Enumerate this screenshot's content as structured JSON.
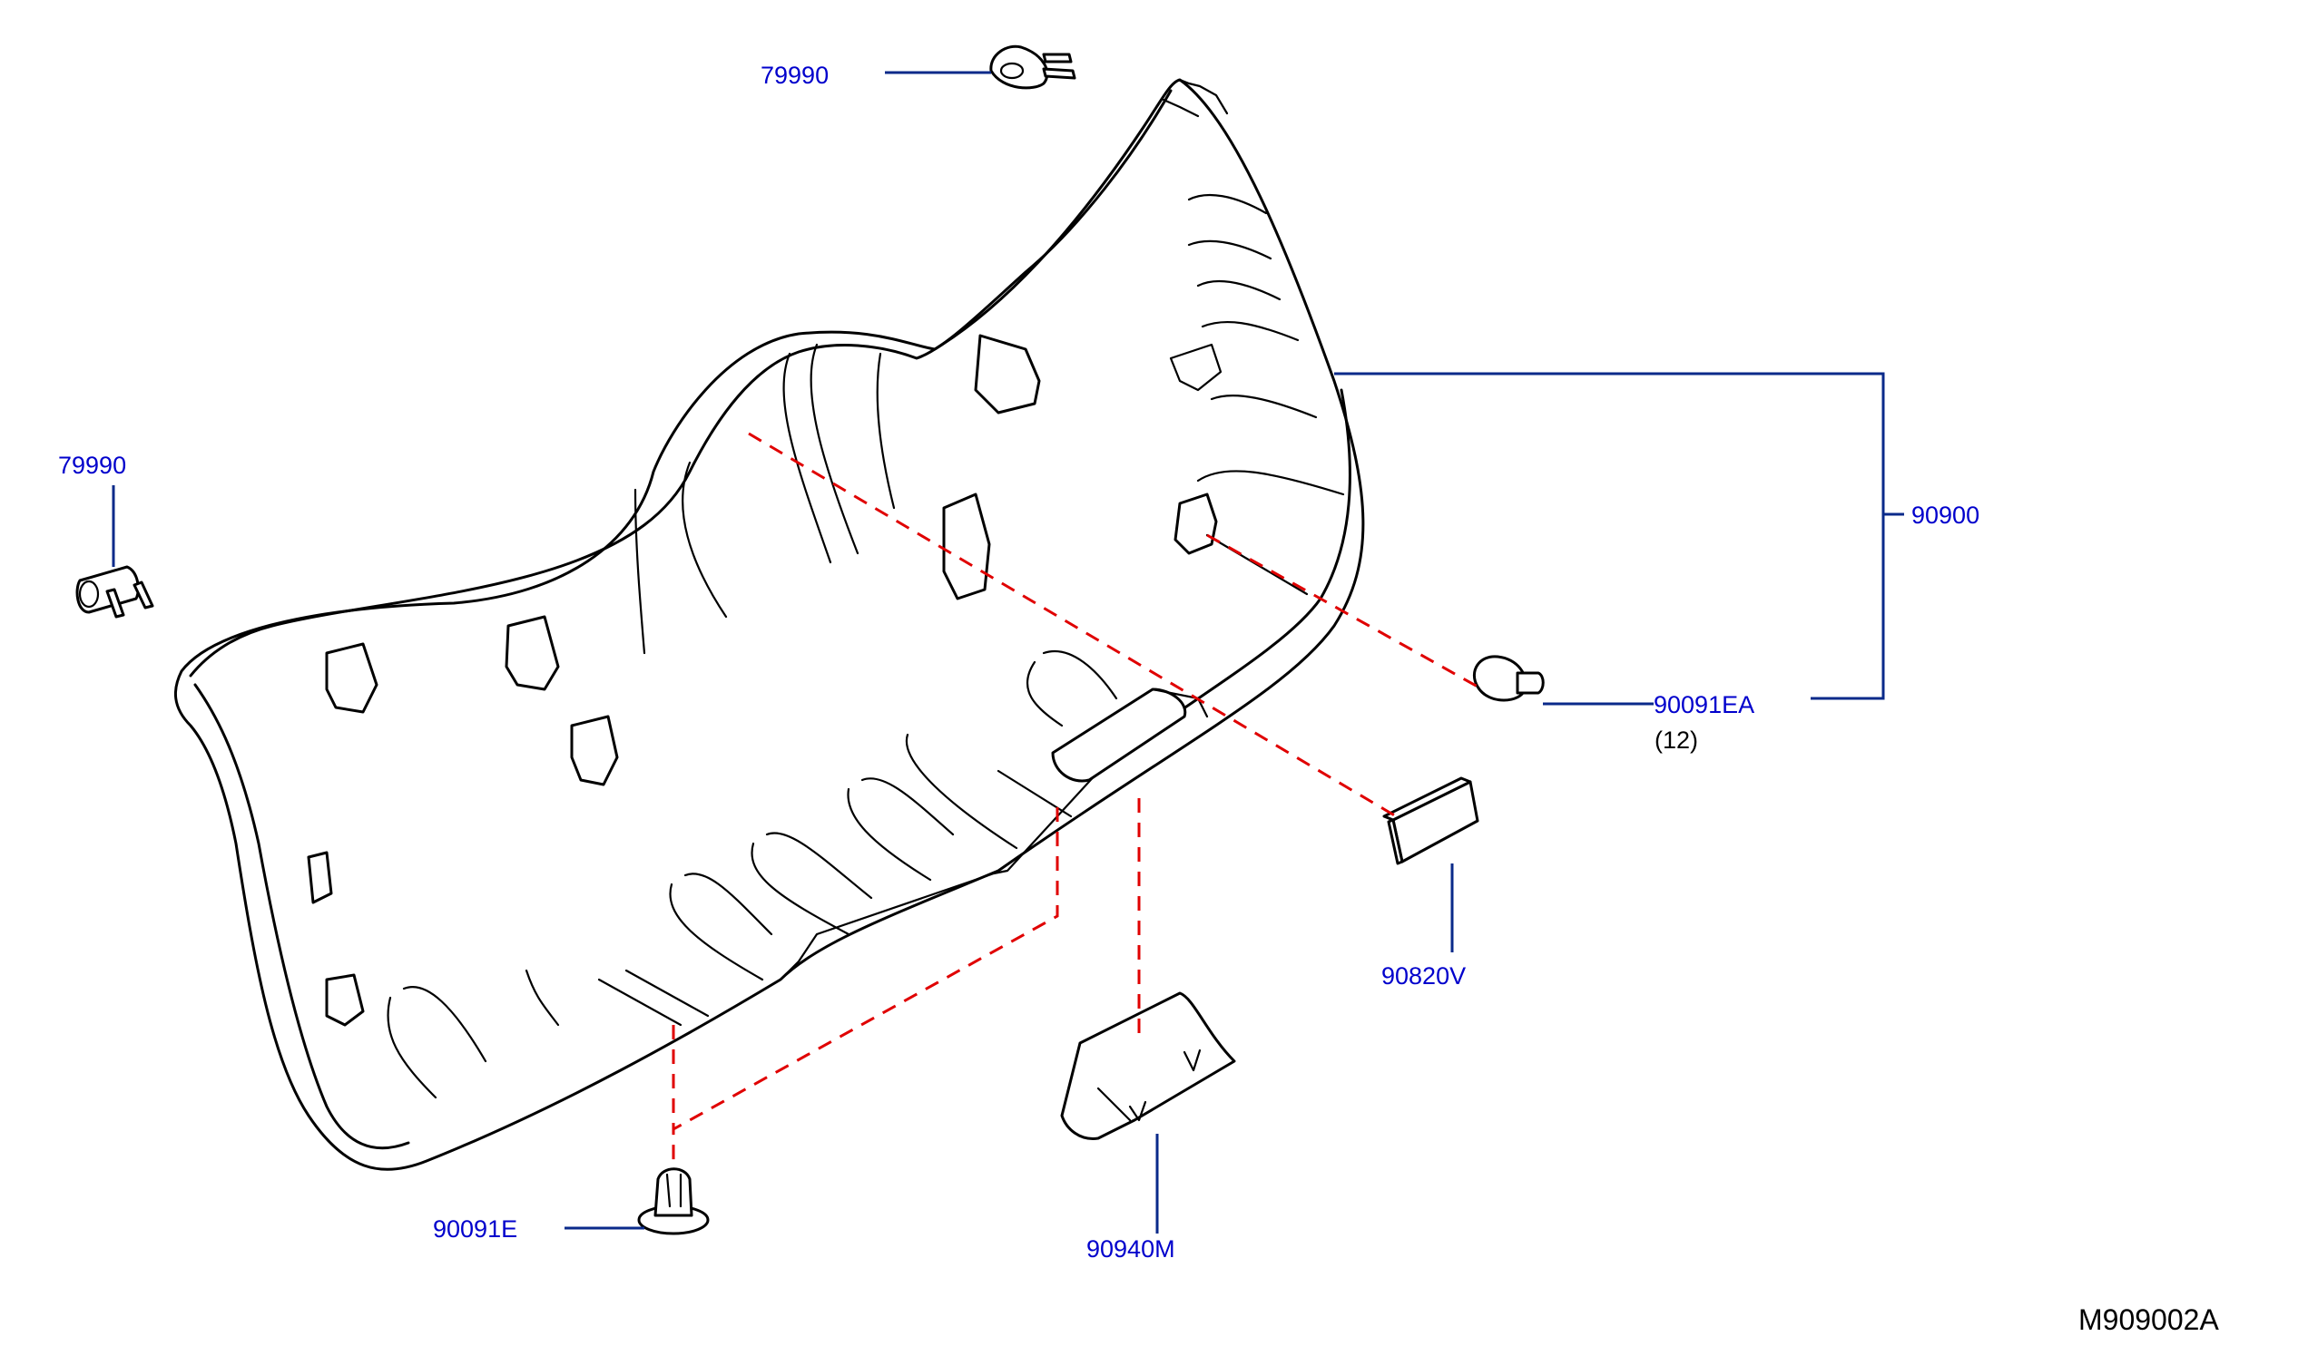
{
  "diagram": {
    "labels": {
      "hinge_top": "79990",
      "hinge_left": "79990",
      "trim_panel": "90900",
      "clip_ea": "90091EA",
      "clip_ea_qty": "(12)",
      "pad": "90820V",
      "clip_e": "90091E",
      "cover": "90940M"
    },
    "diagram_id": "M909002A",
    "colors": {
      "part_number": "#0000cc",
      "leader": "#0a2a8a",
      "dashed_assembly": "#e00000",
      "outline": "#000000"
    }
  }
}
